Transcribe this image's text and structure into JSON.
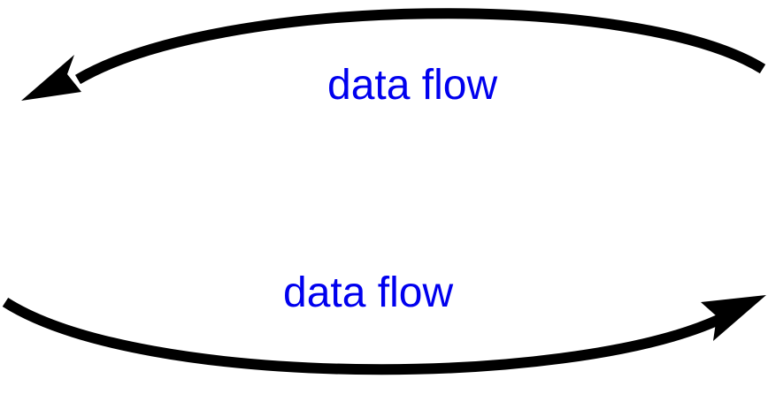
{
  "diagram": {
    "top_arrow": {
      "label": "data flow",
      "direction": "right-to-left"
    },
    "bottom_arrow": {
      "label": "data flow",
      "direction": "left-to-right"
    },
    "colors": {
      "label": "#0000ee",
      "arrow": "#000000",
      "background": "#ffffff"
    }
  }
}
